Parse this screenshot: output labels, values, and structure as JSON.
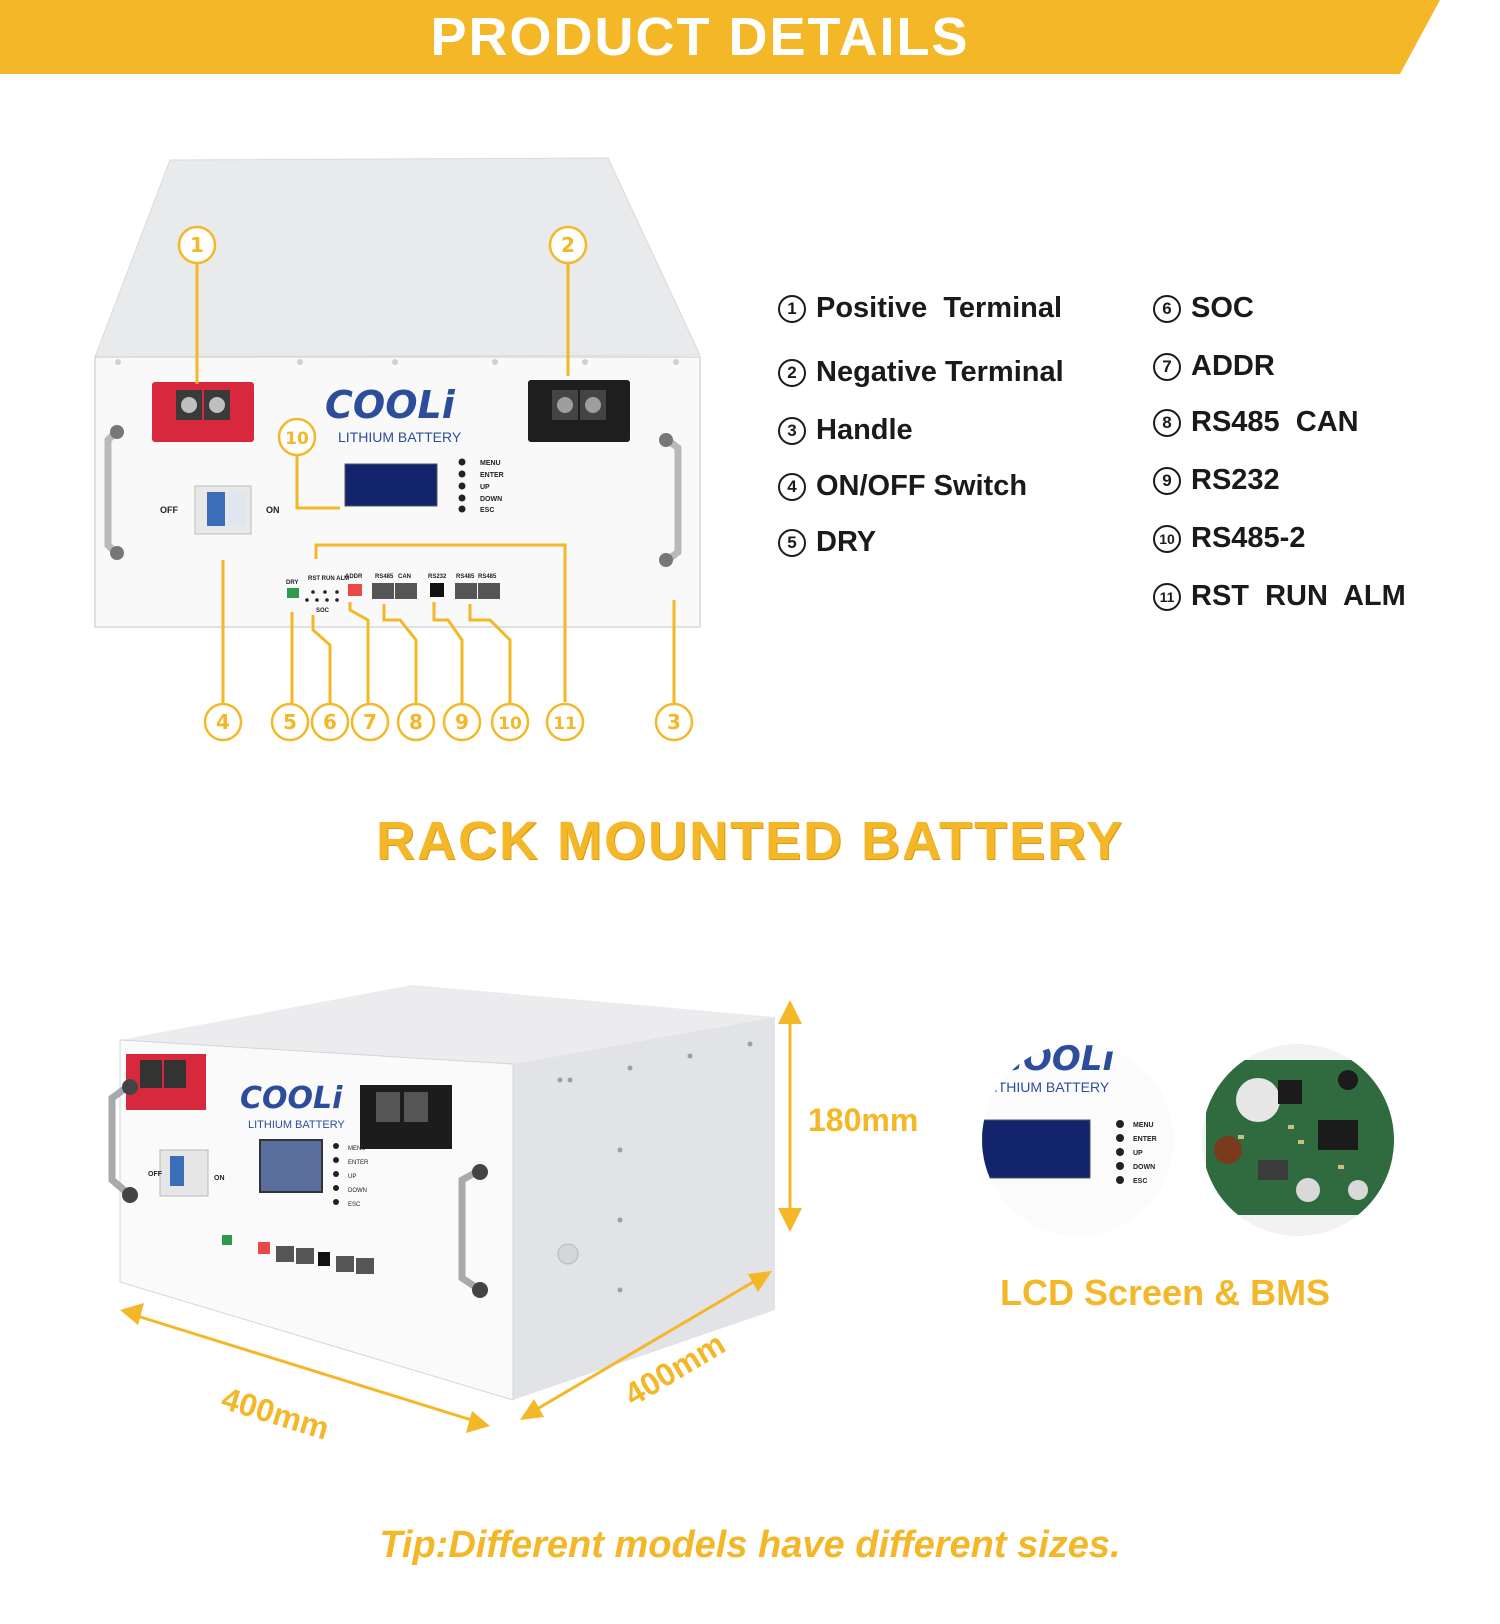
{
  "header": {
    "title": "PRODUCT DETAILS"
  },
  "colors": {
    "accent": "#f4b728",
    "text": "#1a1a1a",
    "panel": "#ffffff"
  },
  "legend": [
    {
      "num": "1",
      "label": "Positive  Terminal"
    },
    {
      "num": "2",
      "label": "Negative Terminal"
    },
    {
      "num": "3",
      "label": "Handle"
    },
    {
      "num": "4",
      "label": "ON/OFF Switch"
    },
    {
      "num": "5",
      "label": "DRY"
    },
    {
      "num": "6",
      "label": "SOC"
    },
    {
      "num": "7",
      "label": "ADDR"
    },
    {
      "num": "8",
      "label": "RS485  CAN"
    },
    {
      "num": "9",
      "label": "RS232"
    },
    {
      "num": "10",
      "label": "RS485-2"
    },
    {
      "num": "11",
      "label": "RST  RUN  ALM"
    }
  ],
  "callouts": {
    "c1": "1",
    "c2": "2",
    "c3": "3",
    "c4": "4",
    "c5": "5",
    "c6": "6",
    "c7": "7",
    "c8": "8",
    "c9": "9",
    "c10": "10",
    "c11": "11",
    "c10b": "10"
  },
  "front_panel": {
    "brand": "COOLi",
    "subtitle": "LITHIUM BATTERY",
    "switch_off": "OFF",
    "switch_on": "ON",
    "buttons": [
      "MENU",
      "ENTER",
      "UP",
      "DOWN",
      "ESC"
    ],
    "port_labels": {
      "dry": "DRY",
      "rst_run_alm": "RST RUN ALM",
      "soc": "SOC",
      "addr": "ADDR",
      "rs485": "RS485",
      "can": "CAN",
      "rs232": "RS232",
      "rs485a": "RS485",
      "rs485b": "RS485"
    }
  },
  "section2": {
    "title": "RACK MOUNTED BATTERY"
  },
  "dimensions": {
    "height": "180mm",
    "width": "400mm",
    "depth": "400mm"
  },
  "lcd_zoom": {
    "brand": "COOLi",
    "subtitle": "LITHIUM BATTERY",
    "buttons": [
      "MENU",
      "ENTER",
      "UP",
      "DOWN",
      "ESC"
    ],
    "caption": "LCD Screen & BMS"
  },
  "tip": {
    "text": "Tip:Different models have different sizes."
  }
}
